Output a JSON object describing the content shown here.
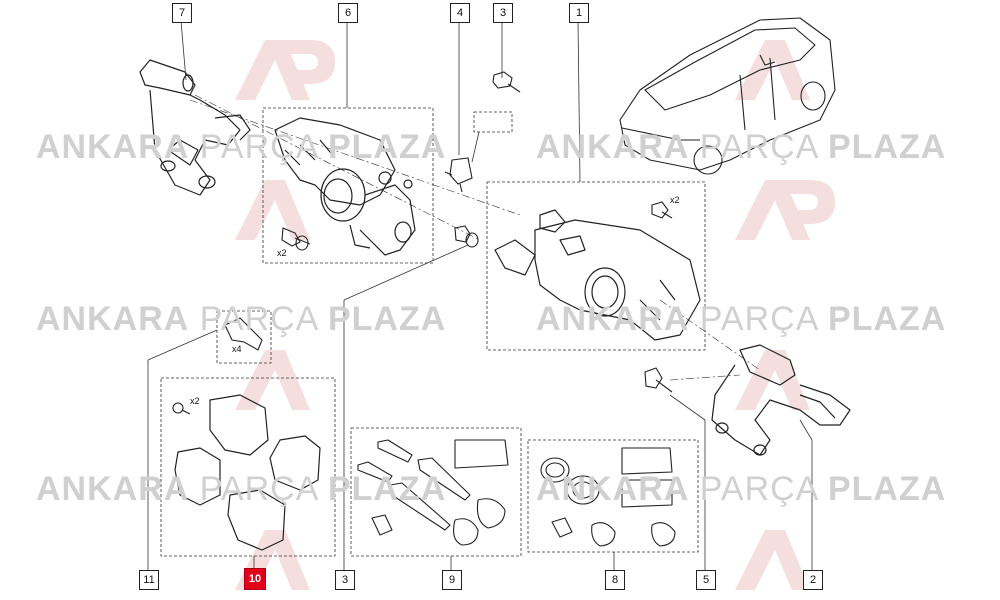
{
  "watermark": {
    "brand_bold": "ANKARA",
    "brand_thin": "PARÇA",
    "brand_bold2": "PLAZA",
    "logo": "AP"
  },
  "callouts": [
    {
      "id": "7",
      "active": false
    },
    {
      "id": "6",
      "active": false
    },
    {
      "id": "4",
      "active": false
    },
    {
      "id": "3",
      "active": false
    },
    {
      "id": "1",
      "active": false
    },
    {
      "id": "11",
      "active": false
    },
    {
      "id": "10",
      "active": true
    },
    {
      "id": "3",
      "active": false
    },
    {
      "id": "9",
      "active": false
    },
    {
      "id": "8",
      "active": false
    },
    {
      "id": "5",
      "active": false
    },
    {
      "id": "2",
      "active": false
    }
  ],
  "quantities": {
    "q_bolt6": "x2",
    "q_bolt1": "x2",
    "q_clip11": "x4",
    "q_pad_bolt": "x2"
  },
  "colors": {
    "accent": "#e3001b",
    "line": "#222222",
    "watermark": "#d0d0d0"
  }
}
